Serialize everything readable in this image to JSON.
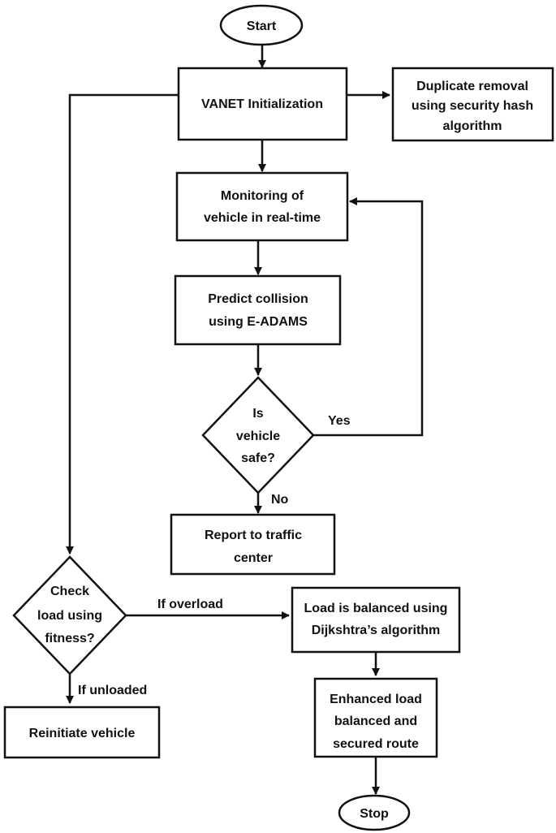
{
  "nodes": {
    "start": "Start",
    "vanet_init": "VANET Initialization",
    "duplicate_removal": [
      "Duplicate removal",
      "using security hash",
      "algorithm"
    ],
    "monitoring": [
      "Monitoring of",
      "vehicle in real-time"
    ],
    "predict": [
      "Predict collision",
      "using E-ADAMS"
    ],
    "safe_decision": [
      "Is",
      "vehicle",
      "safe?"
    ],
    "report": [
      "Report to traffic",
      "center"
    ],
    "load_check": [
      "Check",
      "load using",
      "fitness?"
    ],
    "load_balanced": [
      "Load is balanced using",
      "Dijkshtra’s algorithm"
    ],
    "enhanced": [
      "Enhanced load",
      "balanced and",
      "secured route"
    ],
    "reinitiate": "Reinitiate vehicle",
    "stop": "Stop"
  },
  "edge_labels": {
    "yes": "Yes",
    "no": "No",
    "if_overload": "If overload",
    "if_unloaded": "If unloaded"
  }
}
